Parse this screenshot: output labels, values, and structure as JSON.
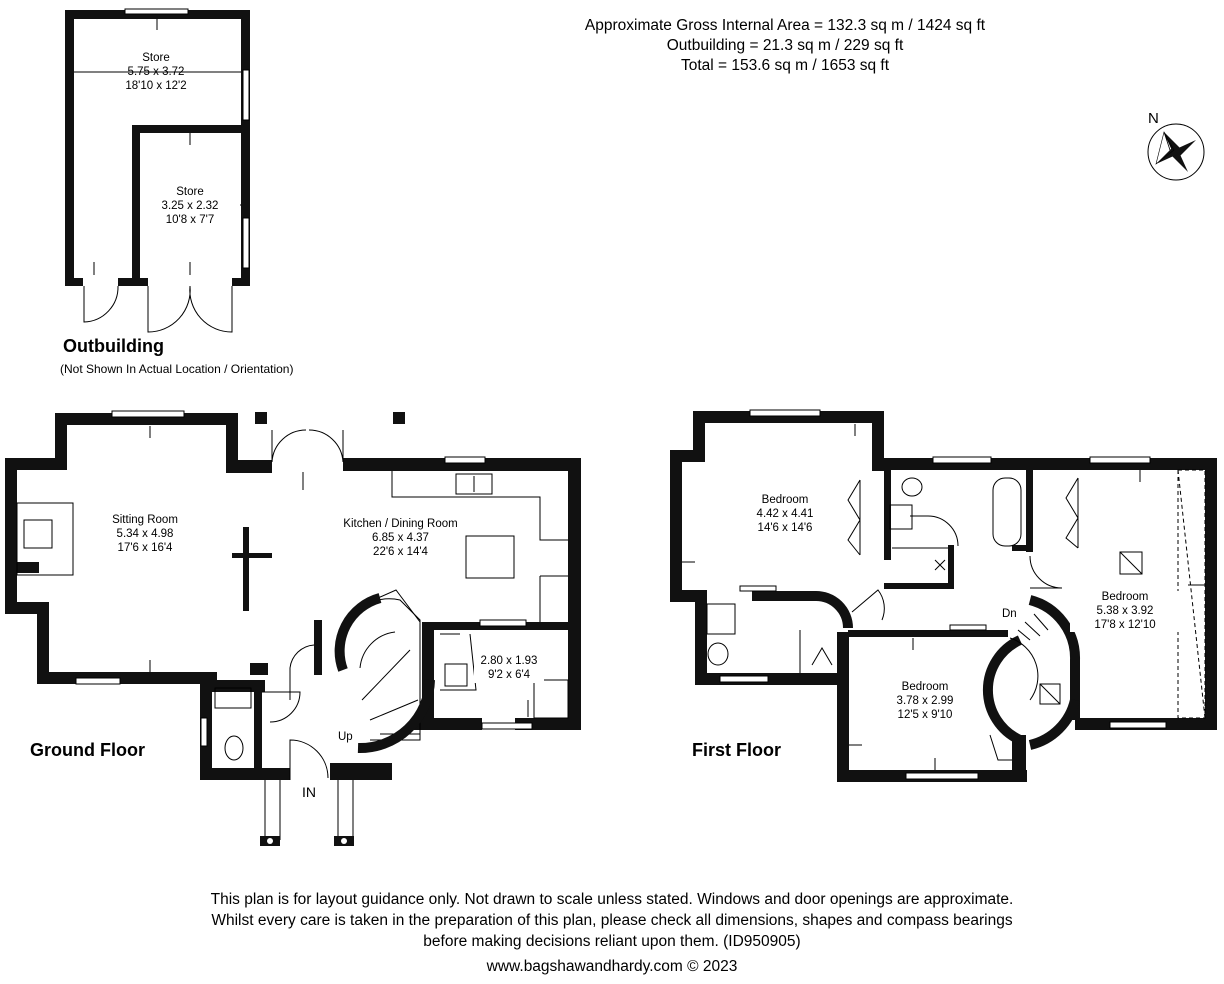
{
  "area_summary": {
    "line1": "Approximate Gross Internal Area = 132.3 sq m / 1424 sq ft",
    "line2": "Outbuilding = 21.3 sq m / 229 sq ft",
    "line3": "Total = 153.6 sq m / 1653 sq ft"
  },
  "compass": {
    "label": "N"
  },
  "outbuilding": {
    "heading": "Outbuilding",
    "note": "(Not Shown In Actual Location / Orientation)",
    "store_large": {
      "name": "Store",
      "metric": "5.75 x 3.72",
      "imperial": "18'10 x 12'2"
    },
    "store_small": {
      "name": "Store",
      "metric": "3.25 x 2.32",
      "imperial": "10'8 x 7'7"
    }
  },
  "ground_floor": {
    "heading": "Ground Floor",
    "sitting_room": {
      "name": "Sitting Room",
      "metric": "5.34 x 4.98",
      "imperial": "17'6 x 16'4"
    },
    "kitchen": {
      "name": "Kitchen / Dining Room",
      "metric": "6.85 x 4.37",
      "imperial": "22'6 x 14'4"
    },
    "utility": {
      "metric": "2.80 x 1.93",
      "imperial": "9'2 x 6'4"
    },
    "stairs_label": "Up",
    "entrance_label": "IN"
  },
  "first_floor": {
    "heading": "First Floor",
    "bedroom1": {
      "name": "Bedroom",
      "metric": "4.42 x 4.41",
      "imperial": "14'6 x 14'6"
    },
    "bedroom2": {
      "name": "Bedroom",
      "metric": "5.38 x 3.92",
      "imperial": "17'8 x 12'10"
    },
    "bedroom3": {
      "name": "Bedroom",
      "metric": "3.78 x 2.99",
      "imperial": "12'5 x 9'10"
    },
    "stairs_label": "Dn"
  },
  "footer": {
    "line1": "This plan is for layout guidance only. Not drawn to scale unless stated. Windows and door openings are approximate.",
    "line2": "Whilst every care is taken in the preparation of this plan, please check all dimensions, shapes and compass bearings",
    "line3": "before making decisions reliant upon them. (ID950905)",
    "line4": "www.bagshawandhardy.com © 2023"
  }
}
